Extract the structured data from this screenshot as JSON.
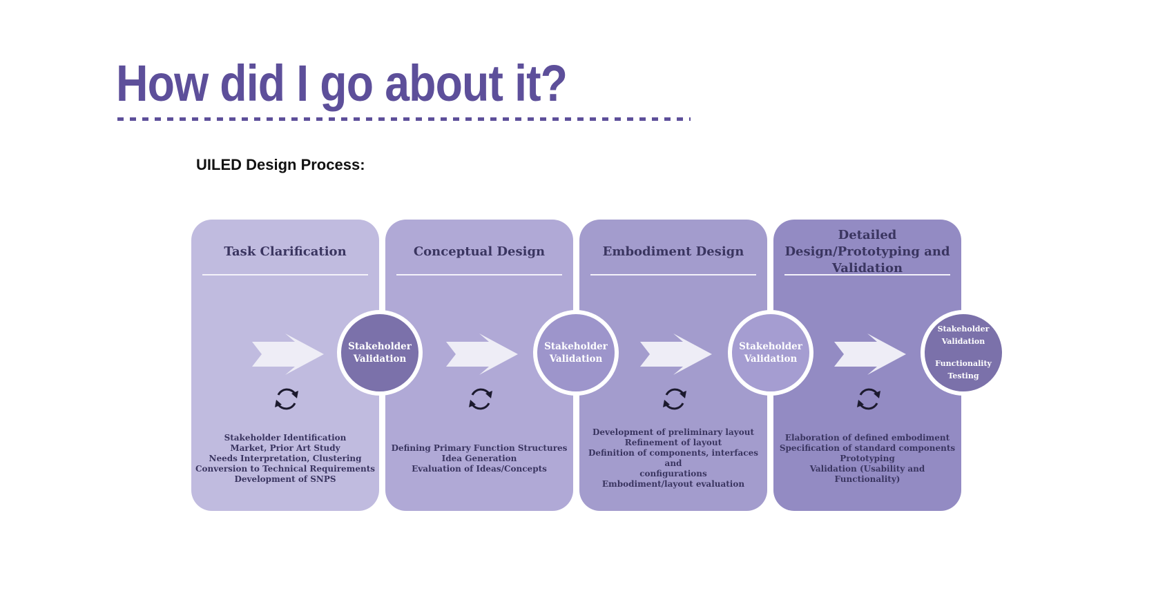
{
  "title": "How did I go about it?",
  "subtitle": "UILED Design Process:",
  "colors": {
    "title": "#5d4f9a",
    "panel1": "#c0bbdf",
    "panel2": "#b0a9d6",
    "panel3": "#a39ccd",
    "panel4": "#938bc3"
  },
  "stages": [
    {
      "title": "Task Clarification",
      "items": [
        "Stakeholder Identification",
        "Market, Prior Art Study",
        "Needs Interpretation, Clustering",
        "Conversion to Technical Requirements",
        "Development of SNPS"
      ],
      "gate": [
        "Stakeholder",
        "Validation"
      ]
    },
    {
      "title": "Conceptual Design",
      "items": [
        "Defining Primary Function Structures",
        "Idea Generation",
        "Evaluation of Ideas/Concepts"
      ],
      "gate": [
        "Stakeholder",
        "Validation"
      ]
    },
    {
      "title": "Embodiment Design",
      "items": [
        "Development of preliminary layout",
        "Refinement of layout",
        "Definition of components, interfaces and",
        "configurations",
        "Embodiment/layout evaluation"
      ],
      "gate": [
        "Stakeholder",
        "Validation"
      ]
    },
    {
      "title": "Detailed Design/Prototyping and Validation",
      "items": [
        "Elaboration of defined embodiment",
        "Specification of standard components",
        "Prototyping",
        "Validation (Usability and Functionality)"
      ],
      "gate": [
        "Stakeholder",
        "Validation",
        "Functionality",
        "Testing"
      ]
    }
  ]
}
